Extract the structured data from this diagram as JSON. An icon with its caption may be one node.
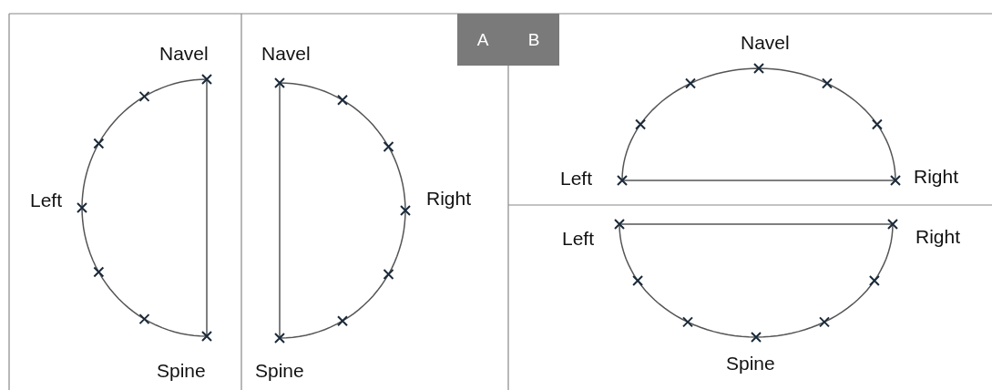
{
  "diagram": {
    "labels": [
      "Navel",
      "Left",
      "Spine",
      "Navel",
      "Right",
      "Spine",
      "A",
      "B",
      "Navel",
      "Left",
      "Right",
      "Left",
      "Right",
      "Spine"
    ]
  }
}
